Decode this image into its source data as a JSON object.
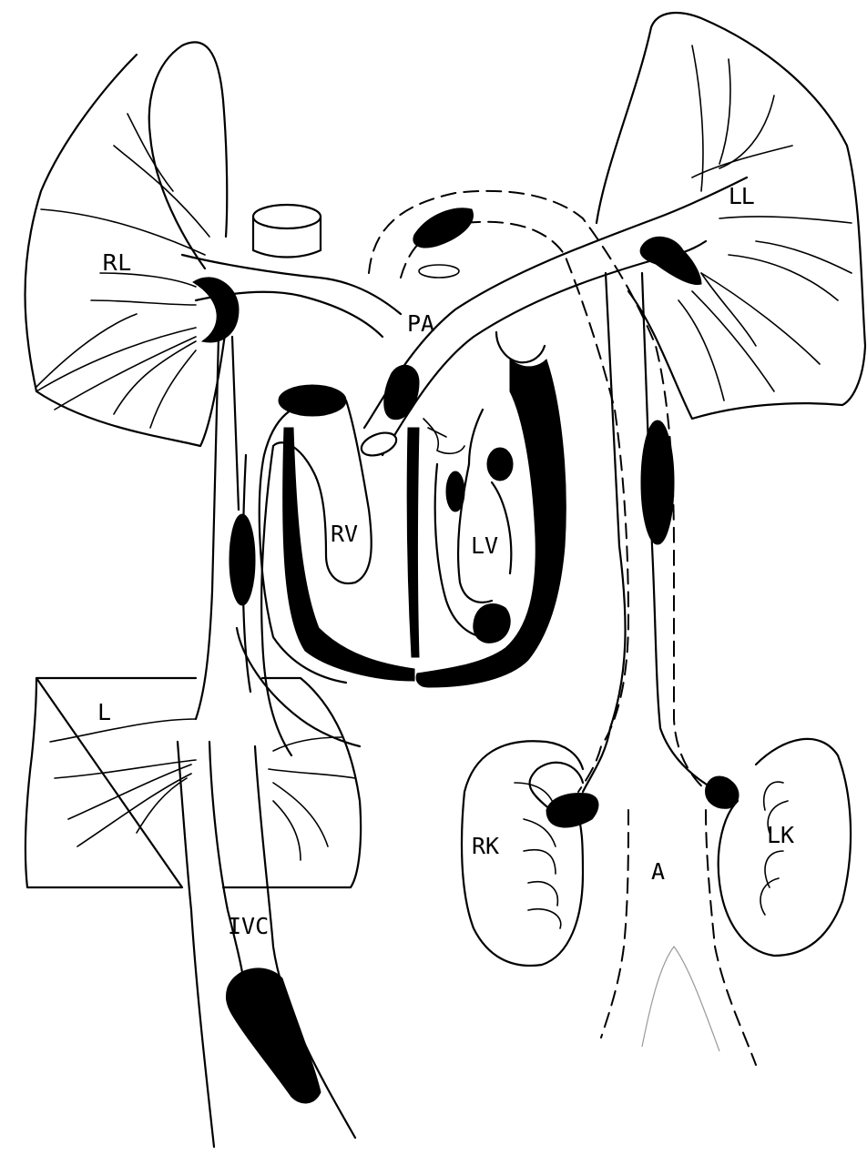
{
  "labels": {
    "right_lung": "RL",
    "left_lung": "LL",
    "pulmonary_artery": "PA",
    "right_ventricle": "RV",
    "left_ventricle": "LV",
    "liver": "L",
    "right_kidney": "RK",
    "left_kidney": "LK",
    "aorta": "A",
    "inferior_vena_cava": "IVC"
  }
}
